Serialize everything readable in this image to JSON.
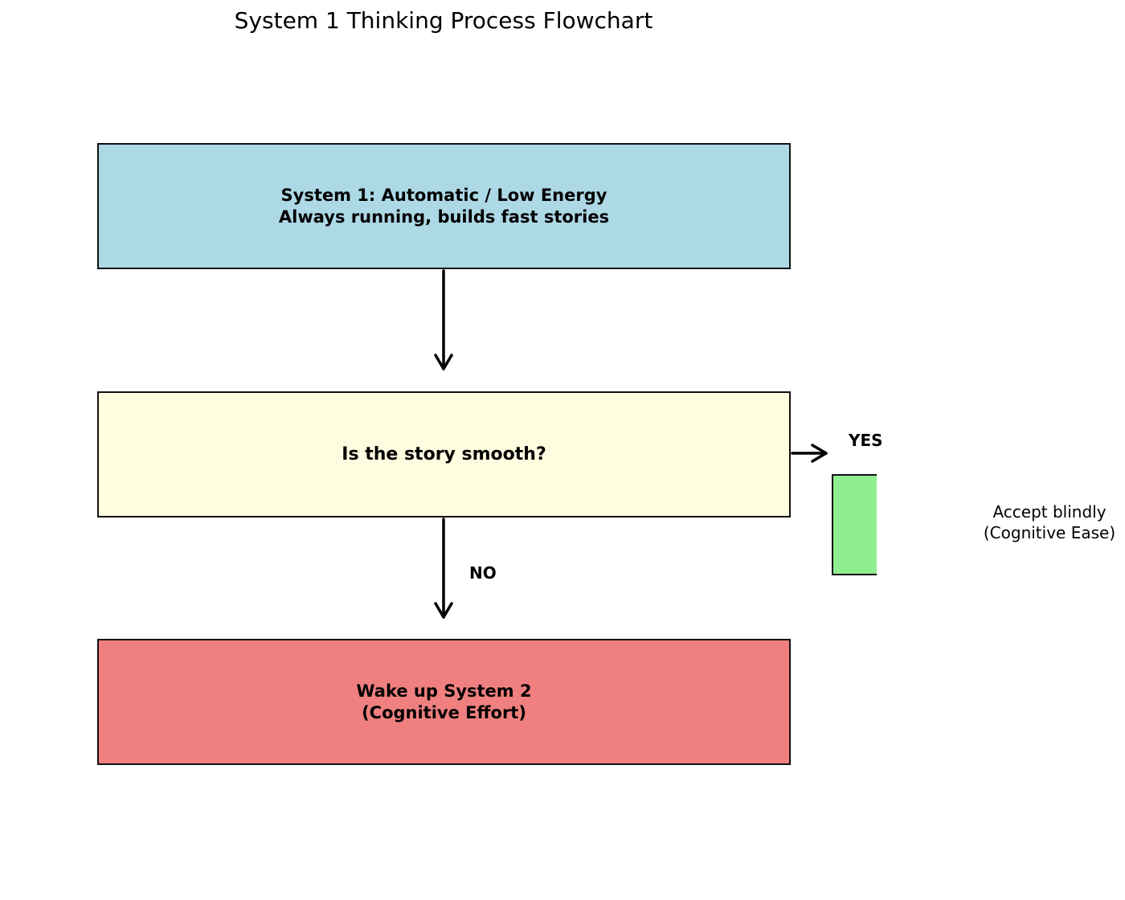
{
  "diagram": {
    "title": "System 1 Thinking Process Flowchart",
    "nodes": {
      "system1": {
        "line1": "System 1: Automatic / Low Energy",
        "line2": "Always running, builds fast stories",
        "color": "#add8e6"
      },
      "decision": {
        "label": "Is the story smooth?",
        "color": "#fffde0"
      },
      "system2": {
        "line1": "Wake up System 2",
        "line2": "(Cognitive Effort)",
        "color": "#f08080"
      },
      "accept": {
        "line1": "Accept blindly",
        "line2": "(Cognitive Ease)",
        "color": "#90ee90"
      }
    },
    "edges": {
      "yes_label": "YES",
      "no_label": "NO"
    }
  }
}
